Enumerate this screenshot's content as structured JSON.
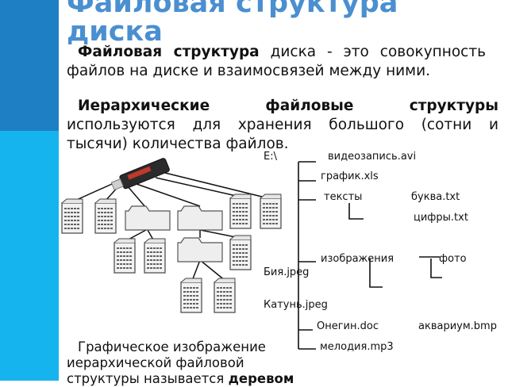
{
  "slide": {
    "title": "Файловая структура диска",
    "para1": {
      "bold": "Файловая структура",
      "rest": " диска - это совокупность файлов на диске и взаимосвязей между ними."
    },
    "para2": {
      "bold": "Иерархические файловые структуры",
      "rest": " используются для хранения большого (сотни и тысячи) количества файлов."
    },
    "para3": {
      "text": "Графическое изображение иерархической файловой структуры называется ",
      "bold": "деревом"
    }
  },
  "tree": {
    "root": "E:\\",
    "video": "видеозапись.avi",
    "graph": "график.xls",
    "texts": "тексты",
    "bukva": "буква.txt",
    "cifry": "цифры.txt",
    "images": "изображения",
    "foto": "фото",
    "biya": "Бия.jpeg",
    "katun": "Катунь.jpeg",
    "onegin": "Онегин.doc",
    "aquarium": "аквариум.bmp",
    "melody": "мелодия.mp3"
  },
  "colors": {
    "band_dark": "#1f7fc4",
    "band_light": "#16b4ee",
    "title": "#4a8fd0"
  }
}
